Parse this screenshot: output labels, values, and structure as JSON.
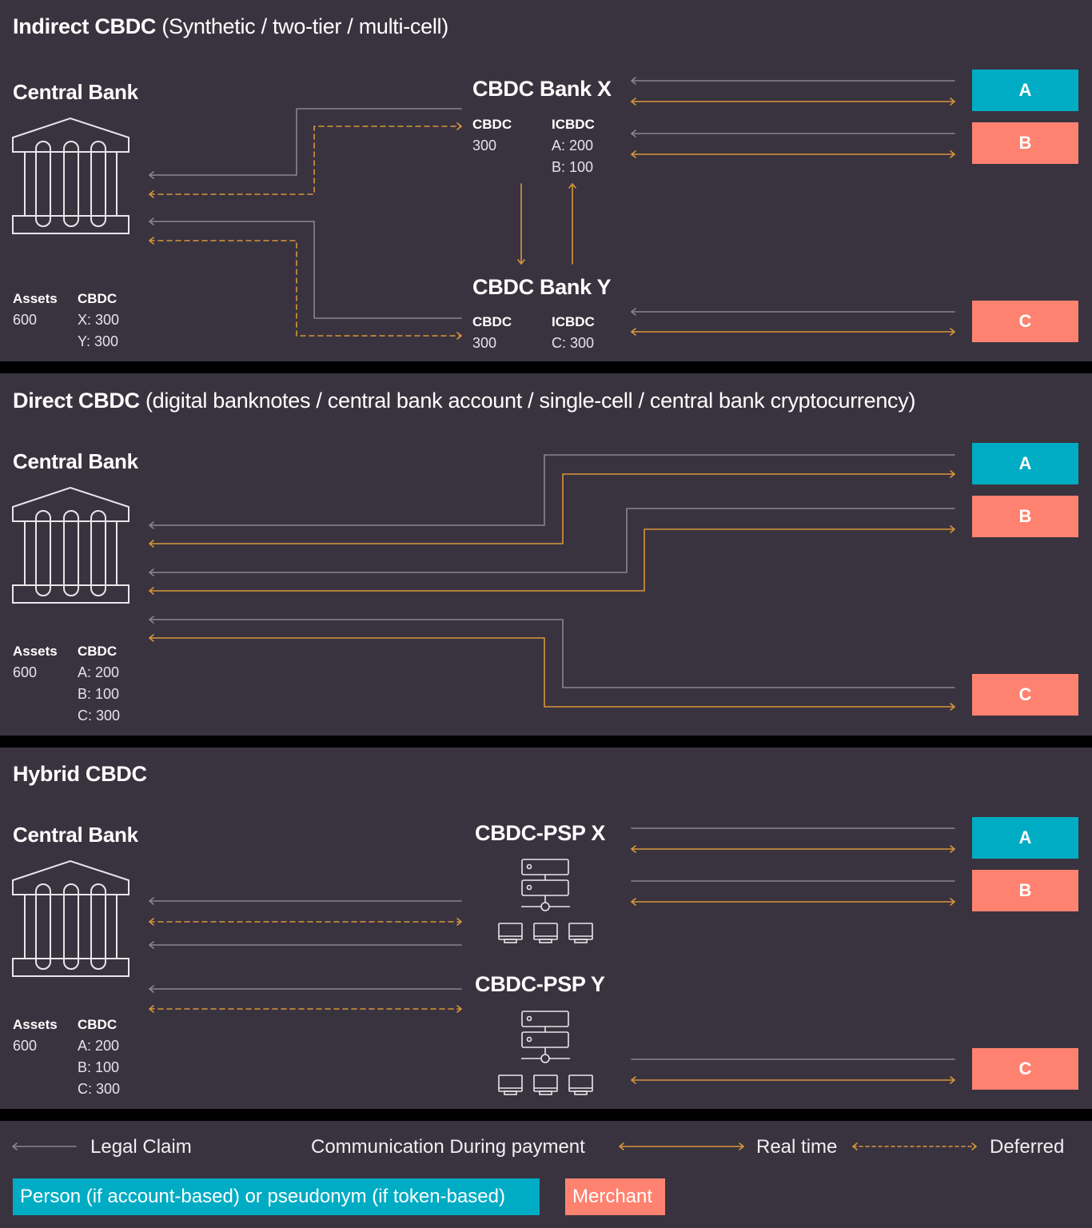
{
  "colors": {
    "background": "#39333f",
    "divider": "#000000",
    "legal_claim_line": "#8a8590",
    "communication_line": "#d9963a",
    "person": "#00acc4",
    "merchant": "#ff8270"
  },
  "sections": {
    "indirect": {
      "title": "Indirect CBDC",
      "subtitle": "(Synthetic / two-tier / multi-cell)",
      "central_bank": {
        "label": "Central Bank",
        "assets_label": "Assets",
        "assets_value": "600",
        "cbdc_label": "CBDC",
        "cbdc_values": [
          "X: 300",
          "Y: 300"
        ]
      },
      "bank_x": {
        "label": "CBDC Bank X",
        "cbdc_label": "CBDC",
        "cbdc_value": "300",
        "icbdc_label": "ICBDC",
        "icbdc_values": [
          "A: 200",
          "B: 100"
        ]
      },
      "bank_y": {
        "label": "CBDC Bank Y",
        "cbdc_label": "CBDC",
        "cbdc_value": "300",
        "icbdc_label": "ICBDC",
        "icbdc_values": [
          "C: 300"
        ]
      },
      "users": [
        {
          "label": "A",
          "type": "person"
        },
        {
          "label": "B",
          "type": "merchant"
        },
        {
          "label": "C",
          "type": "merchant"
        }
      ]
    },
    "direct": {
      "title": "Direct CBDC",
      "subtitle": "(digital banknotes / central bank account / single-cell / central bank cryptocurrency)",
      "central_bank": {
        "label": "Central Bank",
        "assets_label": "Assets",
        "assets_value": "600",
        "cbdc_label": "CBDC",
        "cbdc_values": [
          "A: 200",
          "B: 100",
          "C: 300"
        ]
      },
      "users": [
        {
          "label": "A",
          "type": "person"
        },
        {
          "label": "B",
          "type": "merchant"
        },
        {
          "label": "C",
          "type": "merchant"
        }
      ]
    },
    "hybrid": {
      "title": "Hybrid CBDC",
      "central_bank": {
        "label": "Central Bank",
        "assets_label": "Assets",
        "assets_value": "600",
        "cbdc_label": "CBDC",
        "cbdc_values": [
          "A: 200",
          "B: 100",
          "C: 300"
        ]
      },
      "psp_x": {
        "label": "CBDC-PSP X"
      },
      "psp_y": {
        "label": "CBDC-PSP Y"
      },
      "users": [
        {
          "label": "A",
          "type": "person"
        },
        {
          "label": "B",
          "type": "merchant"
        },
        {
          "label": "C",
          "type": "merchant"
        }
      ]
    }
  },
  "legend": {
    "legal_claim": "Legal Claim",
    "communication": "Communication During payment",
    "real_time": "Real time",
    "deferred": "Deferred",
    "person": "Person (if account-based) or pseudonym (if token-based)",
    "merchant": "Merchant"
  },
  "icons": {
    "central_bank": "bank-building-icon",
    "psp": "server-network-icon"
  }
}
